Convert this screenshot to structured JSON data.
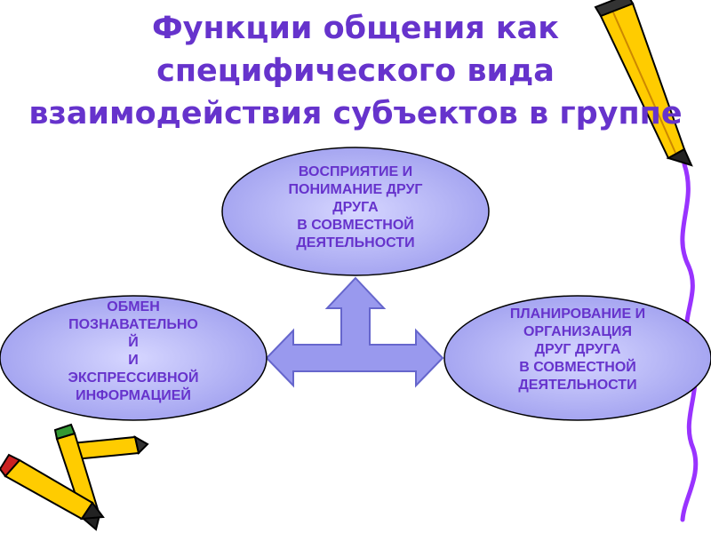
{
  "title": {
    "line1": "Функции общения как",
    "line2": "специфического вида",
    "line3": "взаимодействия субъектов в группе"
  },
  "nodes": {
    "top": [
      "ВОСПРИЯТИЕ И",
      "ПОНИМАНИЕ ДРУГ",
      "ДРУГА",
      "В СОВМЕСТНОЙ",
      "ДЕЯТЕЛЬНОСТИ"
    ],
    "left": [
      "ОБМЕН",
      "ПОЗНАВАТЕЛЬНО",
      "Й",
      "И",
      "ЭКСПРЕССИВНОЙ",
      "ИНФОРМАЦИЕЙ"
    ],
    "right": [
      "ПЛАНИРОВАНИЕ И",
      "ОРГАНИЗАЦИЯ",
      "ДРУГ ДРУГА",
      "В СОВМЕСТНОЙ",
      "ДЕЯТЕЛЬНОСТИ"
    ]
  },
  "colors": {
    "title": "#6633cc",
    "oval_fill_center": "#ccccff",
    "oval_fill_edge": "#9999ee",
    "arrow_fill": "#9999ee",
    "squiggle": "#9933ff",
    "pencil_body": "#ffcc00",
    "pencil_tip": "#333333"
  },
  "icons": [
    "pencil-icon",
    "pencil-icon",
    "pencil-icon"
  ]
}
